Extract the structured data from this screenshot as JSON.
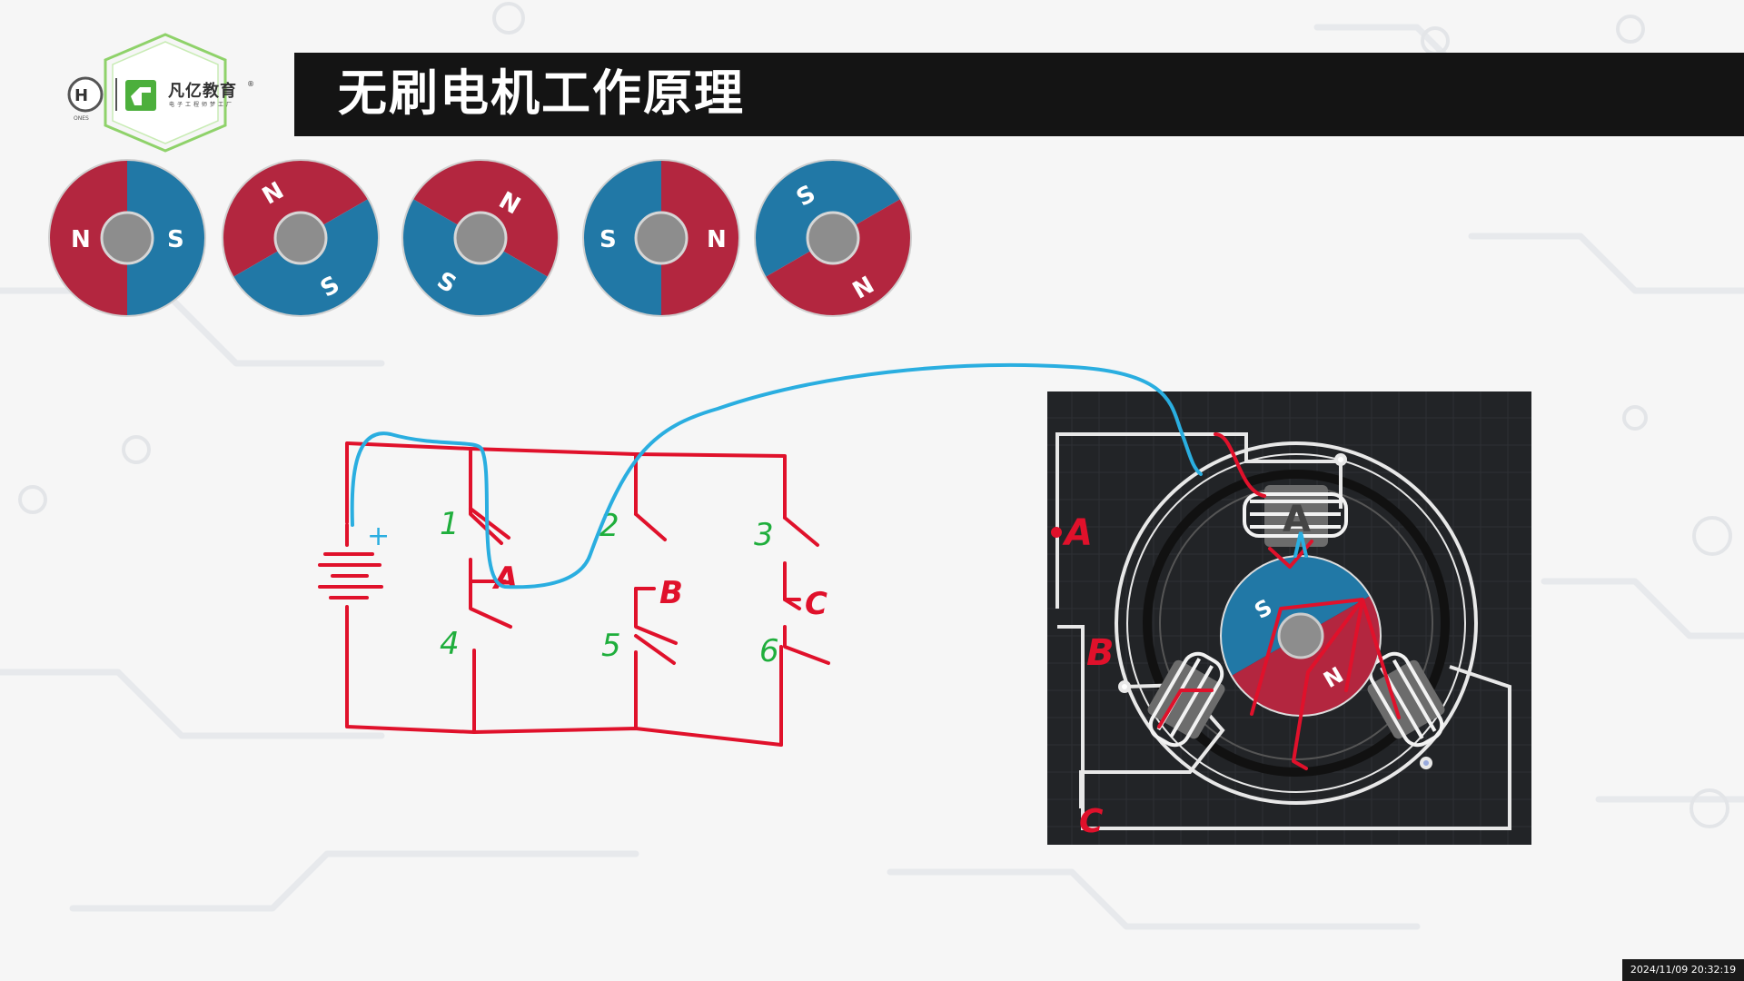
{
  "page_title": "无刷电机工作原理",
  "brand": {
    "name": "凡亿教育",
    "registered_mark": "®",
    "tagline": "电子工程师梦工厂",
    "badge_text": "ONES"
  },
  "magnet_positions": [
    {
      "labels": [
        "N",
        "S"
      ]
    },
    {
      "labels": [
        "N",
        "S"
      ]
    },
    {
      "labels": [
        "N",
        "S"
      ]
    },
    {
      "labels": [
        "S",
        "N"
      ]
    },
    {
      "labels": [
        "S",
        "N"
      ]
    }
  ],
  "inverter_sketch": {
    "battery_sign": "+",
    "switch_numbers": [
      "1",
      "2",
      "3",
      "4",
      "5",
      "6"
    ],
    "phase_labels": [
      "A",
      "B",
      "C"
    ]
  },
  "motor_board": {
    "phase_labels": [
      "A",
      "B",
      "C"
    ],
    "coil_a_label": "A",
    "rotor_labels": [
      "S",
      "N"
    ]
  },
  "colors": {
    "magnet_north": "#b3263f",
    "magnet_south": "#2178a6",
    "ink_red": "#e0112b",
    "ink_green": "#1fae3c",
    "ink_blue": "#2aaee0",
    "title_bar": "#141414"
  },
  "timestamp": "2024/11/09 20:32:19"
}
